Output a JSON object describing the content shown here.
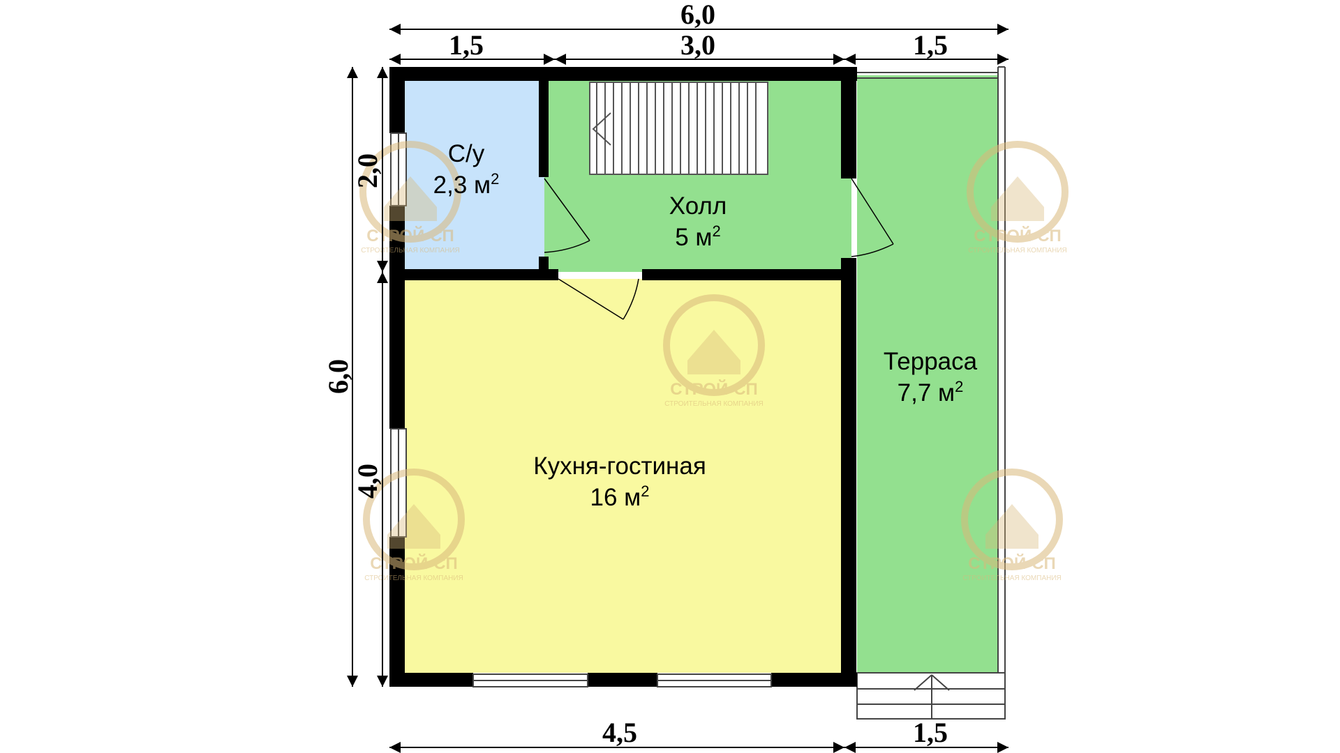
{
  "dimensions": {
    "top_total": "6,0",
    "top_left": "1,5",
    "top_middle": "3,0",
    "top_right": "1,5",
    "left_total": "6,0",
    "left_upper": "2,0",
    "left_lower": "4,0",
    "bottom_left": "4,5",
    "bottom_right": "1,5"
  },
  "rooms": {
    "bathroom": {
      "name": "С/у",
      "area": "2,3 м",
      "sup": "2"
    },
    "hall": {
      "name": "Холл",
      "area": "5 м",
      "sup": "2"
    },
    "terrace": {
      "name": "Терраса",
      "area": "7,7 м",
      "sup": "2"
    },
    "kitchen": {
      "name": "Кухня-гостиная",
      "area": "16 м",
      "sup": "2"
    }
  },
  "watermark": {
    "brand": "СТРОЙ-СП",
    "tagline": "СТРОИТЕЛЬНАЯ КОМПАНИЯ"
  },
  "colors": {
    "wall": "#000000",
    "bathroom": "#c7e3fb",
    "hall": "#93e08f",
    "terrace": "#93e08f",
    "kitchen": "#f9f9a0",
    "watermark": "#d9b87a"
  }
}
